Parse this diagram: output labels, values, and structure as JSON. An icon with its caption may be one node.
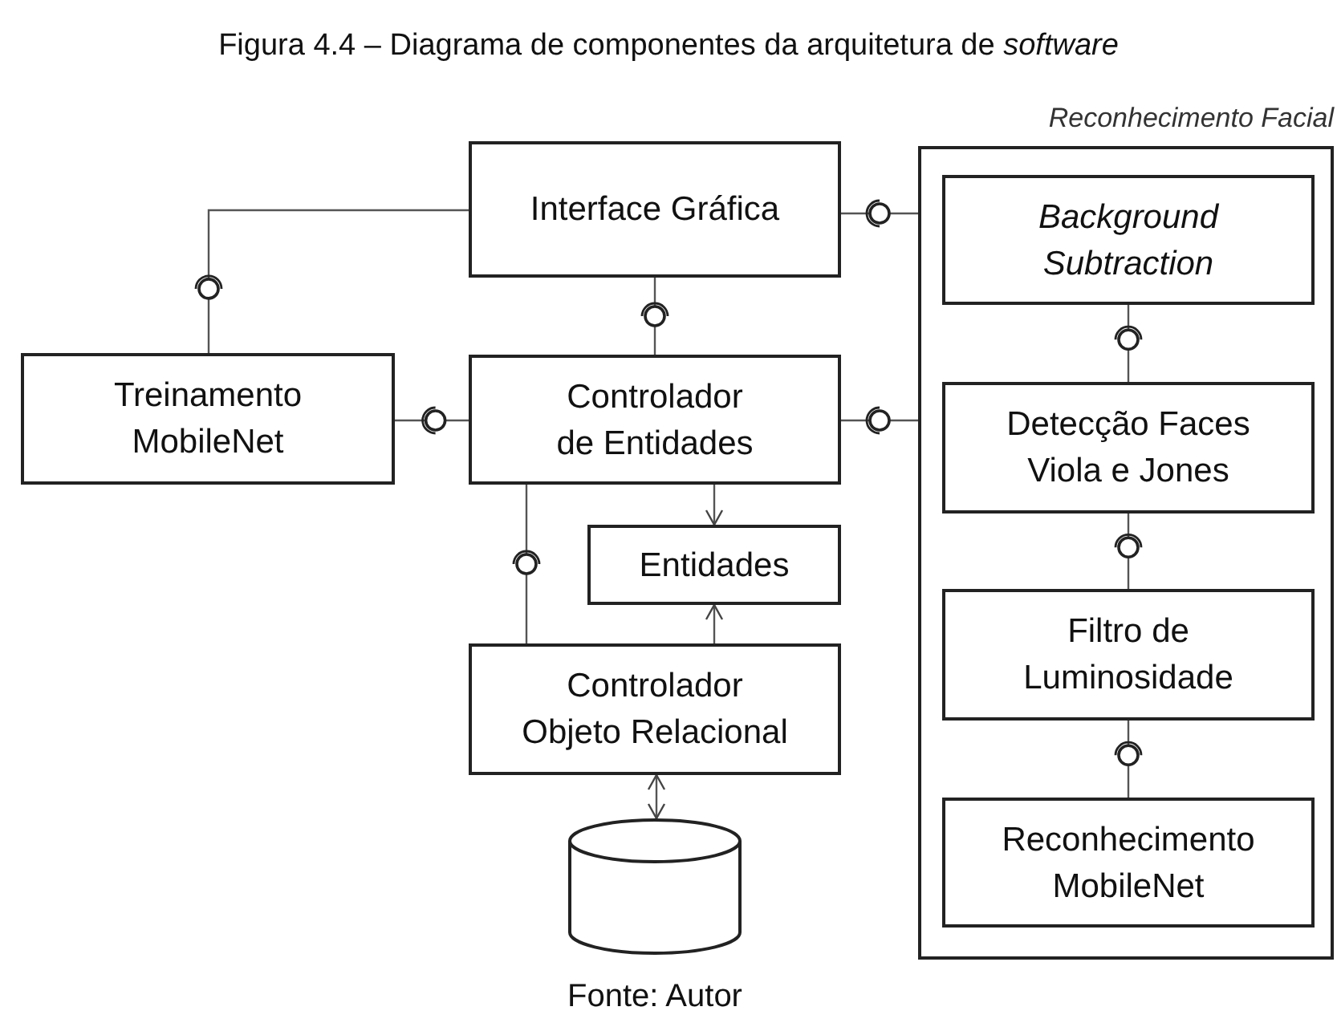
{
  "diagram": {
    "title": "Figura 4.4 – Diagrama de componentes da arquitetura de *software*",
    "caption": "Fonte: Autor",
    "nodes": [
      {
        "text": [
          "Interface Gráfica"
        ]
      },
      {
        "text": [
          "Treinamento MobileNet"
        ]
      },
      {
        "text": [
          "Controlador de Entidades"
        ]
      },
      {
        "text": [
          "Entidades"
        ]
      },
      {
        "text": [
          "Controlador Objeto Relacional"
        ]
      },
      {
        "text": [],
        "shape": "cylinder"
      },
      {
        "text": [
          "Reconhecimento Facial"
        ]
      },
      {
        "text": [
          "Background Subtraction"
        ],
        "in": 6
      },
      {
        "text": [
          "Detecção Faces Viola e Jones"
        ],
        "in": 6
      },
      {
        "text": [
          "Filtro de Luminosidade"
        ],
        "in": 6
      },
      {
        "text": [
          "Reconhecimento MobileNet"
        ],
        "in": 6
      }
    ],
    "edges": [
      {
        "from": 1,
        "to": 0,
        "arrow": "none"
      },
      {
        "from": 0,
        "to": 2,
        "arrow": "none"
      },
      {
        "from": 1,
        "to": 2,
        "arrow": "none"
      },
      {
        "from": 0,
        "to": 6,
        "arrow": "none"
      },
      {
        "from": 2,
        "to": 6,
        "arrow": "none"
      },
      {
        "from": 2,
        "to": 3,
        "arrow": "to"
      },
      {
        "from": 4,
        "to": 3,
        "arrow": "to"
      },
      {
        "from": 4,
        "to": 5,
        "arrow": "both"
      },
      {
        "from": 2,
        "to": 4,
        "arrow": "none"
      },
      {
        "from": 7,
        "to": 8,
        "arrow": "none"
      },
      {
        "from": 8,
        "to": 9,
        "arrow": "none"
      },
      {
        "from": 9,
        "to": 10,
        "arrow": "none"
      }
    ]
  }
}
